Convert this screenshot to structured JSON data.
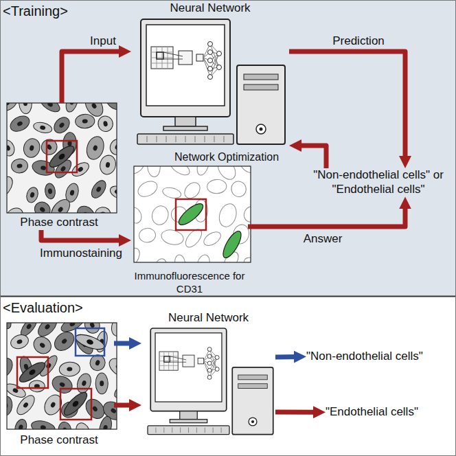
{
  "diagram": {
    "nodes": [
      {
        "text": [
          "<Training>"
        ]
      },
      {
        "text": [
          "<Evaluation>"
        ]
      },
      {
        "text": [
          "Phase contrast"
        ],
        "in": 0
      },
      {
        "text": [
          "Neural Network"
        ],
        "in": 0
      },
      {
        "text": [
          "\"Non-endothelial cells\" or \"Endothelial cells\""
        ],
        "in": 0
      },
      {
        "text": [
          "Immunofluorescence for CD31"
        ],
        "in": 0
      },
      {
        "text": [
          "Phase contrast"
        ],
        "in": 1
      },
      {
        "text": [
          "Neural Network"
        ],
        "in": 1
      },
      {
        "text": [
          "\"Non-endothelial cells\""
        ],
        "in": 1
      },
      {
        "text": [
          "\"Endothelial cells\""
        ],
        "in": 1
      }
    ],
    "edges": [
      {
        "from": 2,
        "to": 3,
        "label": "Input",
        "arrow": "to"
      },
      {
        "from": 3,
        "to": 4,
        "label": "Prediction",
        "arrow": "to"
      },
      {
        "from": 4,
        "to": 3,
        "label": "Network Optimization",
        "arrow": "to"
      },
      {
        "from": 2,
        "to": 5,
        "label": "Immunostaining",
        "arrow": "to"
      },
      {
        "from": 5,
        "to": 4,
        "label": "Answer",
        "arrow": "to"
      },
      {
        "from": 6,
        "to": 7,
        "arrow": "to"
      },
      {
        "from": 6,
        "to": 7,
        "arrow": "to"
      },
      {
        "from": 7,
        "to": 8,
        "arrow": "to"
      },
      {
        "from": 7,
        "to": 9,
        "arrow": "to"
      }
    ]
  }
}
